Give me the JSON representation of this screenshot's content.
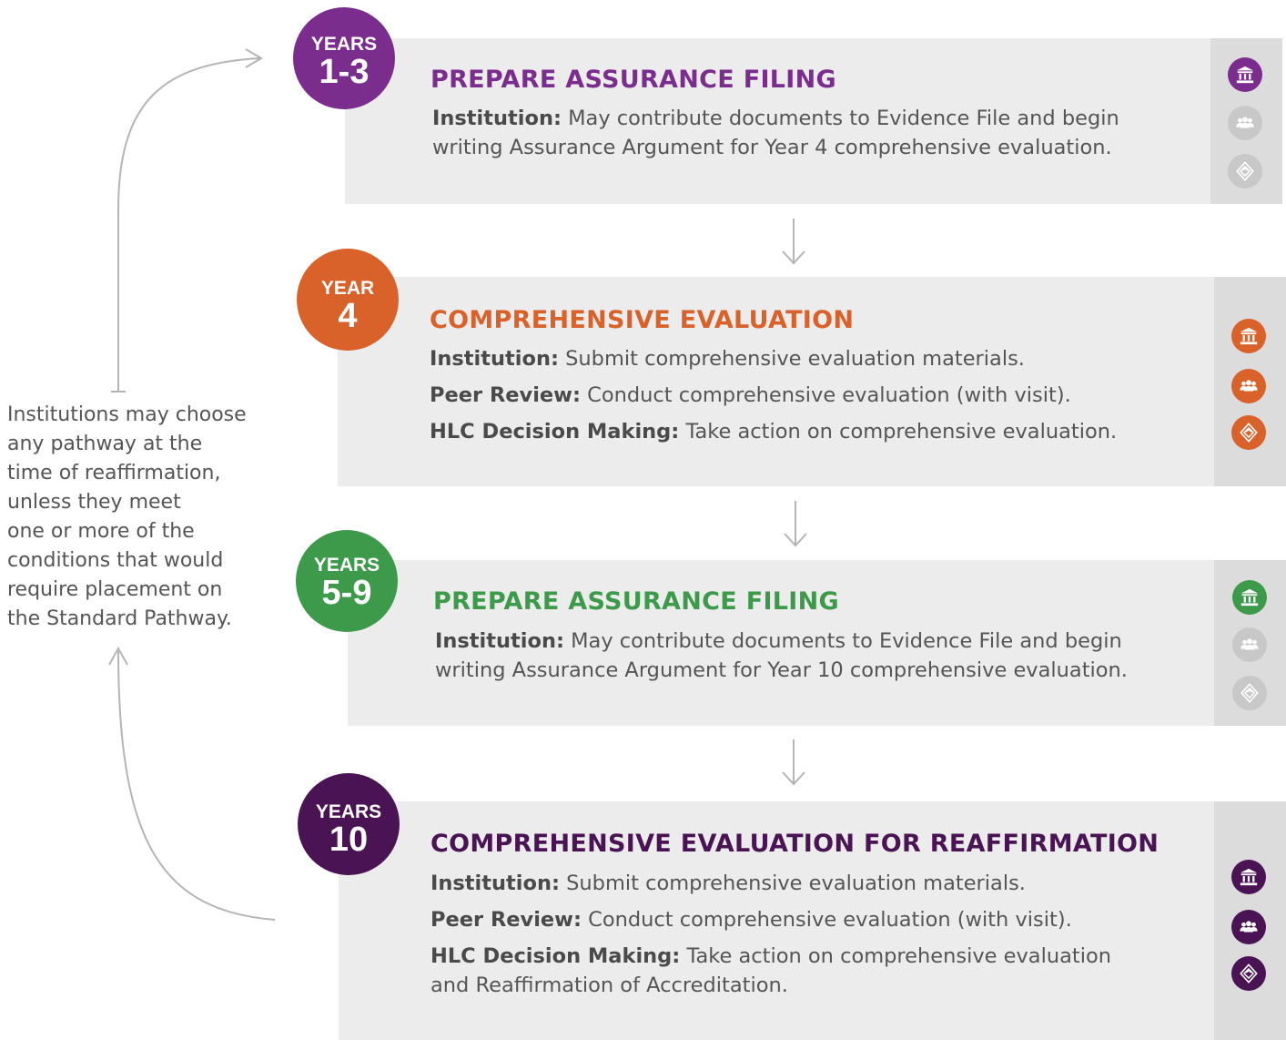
{
  "side_note": "Institutions may choose\nany pathway at the\ntime of reaffirmation,\nunless they meet\none or more of the\nconditions that would\nrequire placement on\nthe Standard Pathway.",
  "colors": {
    "purple": "#7b2d8e",
    "orange": "#d9622b",
    "green": "#3d9a4b",
    "dark_purple": "#4a1454",
    "inactive": "#c8c8c8"
  },
  "icons": [
    "institution-icon",
    "peer-review-icon",
    "hlc-decision-icon"
  ],
  "steps": [
    {
      "badge_top": "YEARS",
      "badge_num": "1-3",
      "title": "PREPARE ASSURANCE FILING",
      "lines": [
        {
          "label": "Institution:",
          "text": " May contribute documents to Evidence File and begin"
        },
        {
          "label": "",
          "text": "writing Assurance Argument for Year 4 comprehensive evaluation."
        }
      ],
      "active_icons": [
        true,
        false,
        false
      ]
    },
    {
      "badge_top": "YEAR",
      "badge_num": "4",
      "title": "COMPREHENSIVE EVALUATION",
      "lines": [
        {
          "label": "Institution:",
          "text": " Submit comprehensive evaluation materials."
        },
        {
          "label": "Peer Review:",
          "text": " Conduct comprehensive evaluation (with visit)."
        },
        {
          "label": "HLC Decision Making:",
          "text": " Take action on comprehensive evaluation."
        }
      ],
      "active_icons": [
        true,
        true,
        true
      ]
    },
    {
      "badge_top": "YEARS",
      "badge_num": "5-9",
      "title": "PREPARE ASSURANCE FILING",
      "lines": [
        {
          "label": "Institution:",
          "text": " May contribute documents to Evidence File and begin"
        },
        {
          "label": "",
          "text": "writing Assurance Argument for Year 10 comprehensive evaluation."
        }
      ],
      "active_icons": [
        true,
        false,
        false
      ]
    },
    {
      "badge_top": "YEARS",
      "badge_num": "10",
      "title": "COMPREHENSIVE EVALUATION FOR REAFFIRMATION",
      "lines": [
        {
          "label": "Institution:",
          "text": " Submit comprehensive evaluation materials."
        },
        {
          "label": "Peer Review:",
          "text": " Conduct comprehensive evaluation (with visit)."
        },
        {
          "label": "HLC Decision Making:",
          "text": " Take action on comprehensive evaluation"
        },
        {
          "label": "",
          "text": "and Reaffirmation of Accreditation."
        }
      ],
      "active_icons": [
        true,
        true,
        true
      ]
    }
  ]
}
